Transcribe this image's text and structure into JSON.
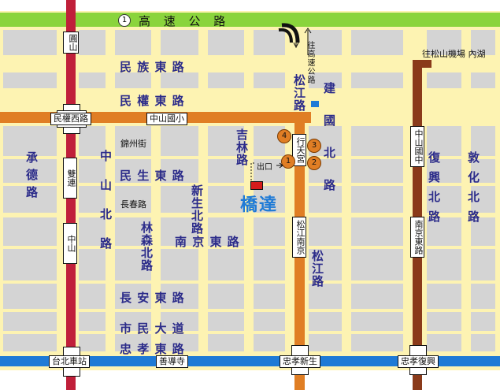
{
  "colors": {
    "background_road": "#fdf3b2",
    "block": "#d4d4d4",
    "highway": "#8ad43c",
    "red_line": "#c01f3a",
    "brown_line": "#8a3a1a",
    "orange_line": "#e07e24",
    "blue_line": "#1e7ad6",
    "destination": "#d41c1c",
    "title_blue": "#1e7ad6",
    "street_text": "#2c2c8a"
  },
  "highway": {
    "number": "1",
    "label": "高 速 公 路"
  },
  "annotations": {
    "to_highway": "往高速公路",
    "to_songshan": "往松山機場 內湖",
    "exit": "出口"
  },
  "destination": {
    "label": "橋達"
  },
  "exits": [
    "1",
    "2",
    "3",
    "4"
  ],
  "streets": {
    "minzu": "民 族 東 路",
    "minquan": "民 權 東 路",
    "jinzhou": "錦州街",
    "minsheng": "民 生 東 路",
    "changchun": "長春路",
    "nanjing": "南 京 東 路",
    "changan": "長 安 東 路",
    "shimin": "市 民 大 道",
    "zhongxiao": "忠 孝 東 路",
    "chengde": "承德路",
    "zhongshan_n": "中山北路",
    "xinsheng_n": "新生北路",
    "linsen_n": "林森北路",
    "jilin": "吉林路",
    "songjiang_top": "松江路",
    "songjiang_mid": "松江路",
    "jianguo": "建國北路",
    "fuxing": "復興北路",
    "dunhua": "敦化北路"
  },
  "stations": {
    "minquan_w": "民權西路",
    "yuanshan": "圓山",
    "shuanglian": "雙連",
    "zhongshan": "中山",
    "taipei_main": "台北車站",
    "shandao": "善導寺",
    "zhongxiao_xinsheng": "忠孝新生",
    "zhongxiao_fuxing": "忠孝復興",
    "zhongshan_elem": "中山國小",
    "xingtian": "行天宮",
    "songjiang_nanjing": "松江南京",
    "zhongshan_jr": "中山國中",
    "nanjing_e": "南京東路"
  }
}
